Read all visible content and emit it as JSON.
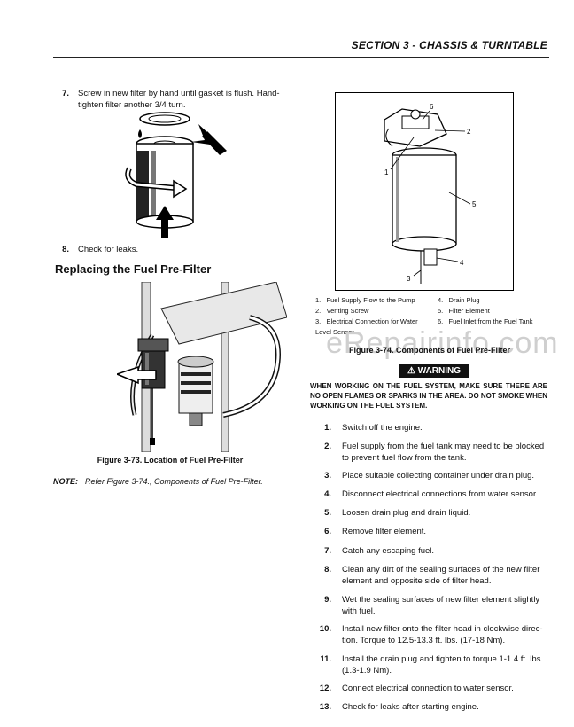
{
  "header": {
    "title": "SECTION 3 - CHASSIS & TURNTABLE"
  },
  "left_steps": [
    {
      "num": "7.",
      "lines": [
        "Screw in new filter by hand until gasket is flush. Hand-",
        "tighten filter another 3/4 turn."
      ]
    },
    {
      "num": "8.",
      "lines": [
        "Check for leaks."
      ]
    }
  ],
  "section_heading": "Replacing the Fuel Pre-Filter",
  "figure_73": {
    "caption": "Figure 3-73.  Location of Fuel Pre-Filter"
  },
  "note": {
    "label": "NOTE:",
    "text": "Refer Figure 3-74., Components of Fuel Pre-Filter."
  },
  "figure_74": {
    "callouts": [
      "1",
      "2",
      "3",
      "4",
      "5",
      "6"
    ],
    "legend": [
      {
        "num": "1.",
        "label": "Fuel Supply Flow to the Pump"
      },
      {
        "num": "2.",
        "label": "Venting Screw"
      },
      {
        "num": "3.",
        "label": "Electrical Connection for Water Level Sensor"
      },
      {
        "num": "4.",
        "label": "Drain Plug"
      },
      {
        "num": "5.",
        "label": "Filter Element"
      },
      {
        "num": "6.",
        "label": "Fuel Inlet from the Fuel Tank"
      }
    ],
    "caption": "Figure 3-74.  Components of Fuel Pre-Filter"
  },
  "watermark": "eRepairinfo.com",
  "warning": {
    "badge": "⚠ WARNING",
    "text": "WHEN WORKING ON THE FUEL SYSTEM, MAKE SURE THERE ARE NO OPEN FLAMES OR SPARKS IN THE AREA. DO NOT SMOKE WHEN WORKING ON THE FUEL SYSTEM."
  },
  "right_steps": [
    {
      "num": "1.",
      "lines": [
        "Switch off the engine."
      ]
    },
    {
      "num": "2.",
      "lines": [
        "Fuel supply from the fuel tank may need to be blocked",
        "to prevent fuel flow from the tank."
      ]
    },
    {
      "num": "3.",
      "lines": [
        "Place suitable collecting container under drain plug."
      ]
    },
    {
      "num": "4.",
      "lines": [
        "Disconnect electrical connections from water sensor."
      ]
    },
    {
      "num": "5.",
      "lines": [
        "Loosen drain plug and drain liquid."
      ]
    },
    {
      "num": "6.",
      "lines": [
        "Remove filter element."
      ]
    },
    {
      "num": "7.",
      "lines": [
        "Catch any escaping fuel."
      ]
    },
    {
      "num": "8.",
      "lines": [
        "Clean any dirt of the sealing surfaces of the new filter",
        "element and opposite side of filter head."
      ]
    },
    {
      "num": "9.",
      "lines": [
        "Wet the sealing surfaces of new filter element slightly",
        "with fuel."
      ]
    },
    {
      "num": "10.",
      "lines": [
        "Install new filter onto the filter head in clockwise direc-",
        "tion. Torque to 12.5-13.3 ft. lbs. (17-18 Nm)."
      ]
    },
    {
      "num": "11.",
      "lines": [
        "Install the drain plug and tighten to torque 1-1.4 ft. lbs.",
        "(1.3-1.9 Nm)."
      ]
    },
    {
      "num": "12.",
      "lines": [
        "Connect electrical connection to water sensor."
      ]
    },
    {
      "num": "13.",
      "lines": [
        "Check for leaks after starting engine."
      ]
    }
  ]
}
